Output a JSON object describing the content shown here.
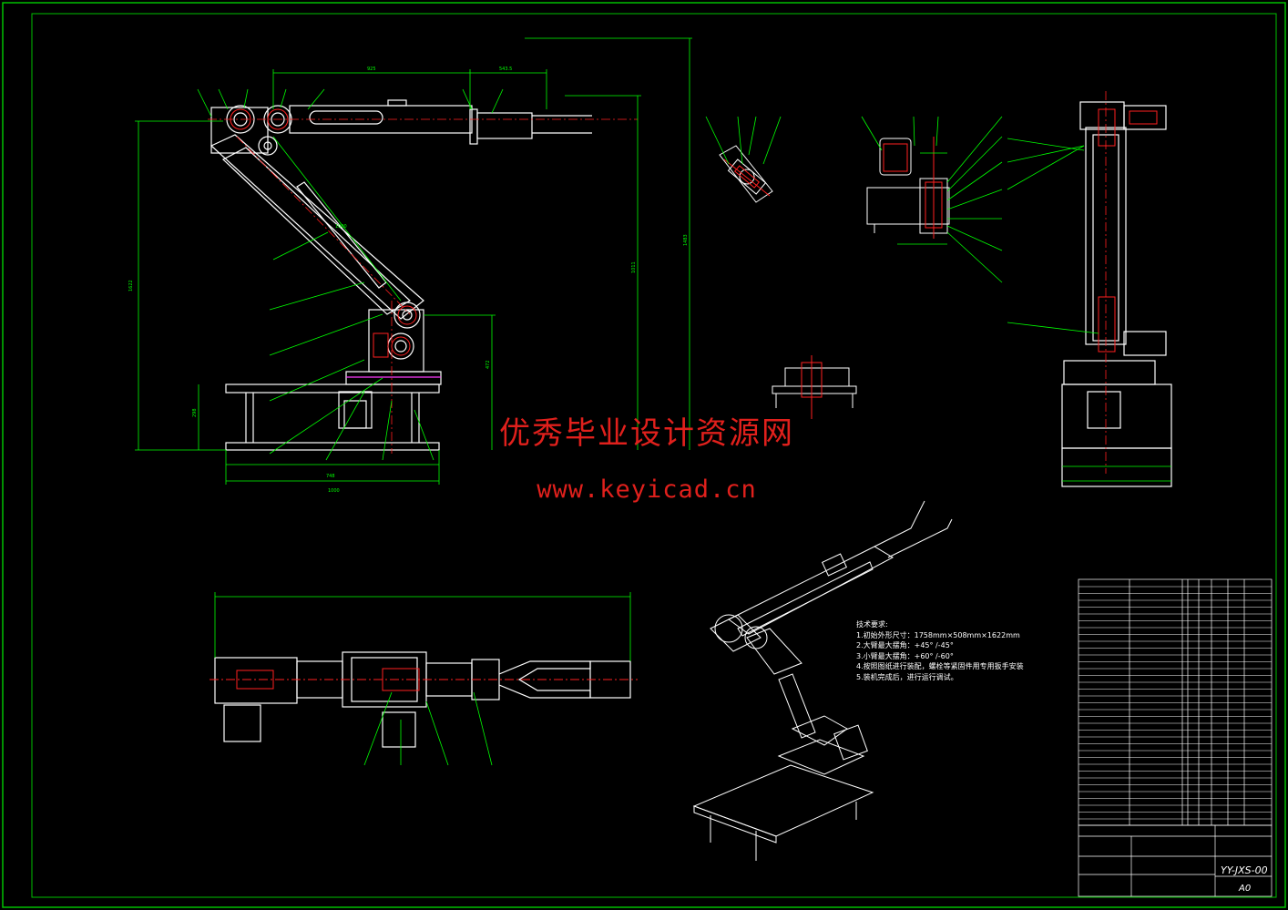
{
  "watermark": {
    "title": "优秀毕业设计资源网",
    "url": "www.keyicad.cn"
  },
  "tech_notes": {
    "heading": "技术要求:",
    "items": [
      "1.初始外形尺寸：1758mm×508mm×1622mm",
      "2.大臂最大摆角：+45° /-45°",
      "3.小臂最大摆角：+60° /-60°",
      "4.按照图纸进行装配，螺栓等紧固件用专用扳手安装",
      "5.装机完成后，进行运行调试。"
    ]
  },
  "title_block": {
    "drawing_number": "YY-JXS-00",
    "sheet_size": "A0"
  },
  "colors": {
    "background": "#000000",
    "line": "#ffffff",
    "dimension": "#00ff00",
    "accent": "#ff3cff",
    "hidden": "#ff2020",
    "watermark": "#e0201c"
  }
}
